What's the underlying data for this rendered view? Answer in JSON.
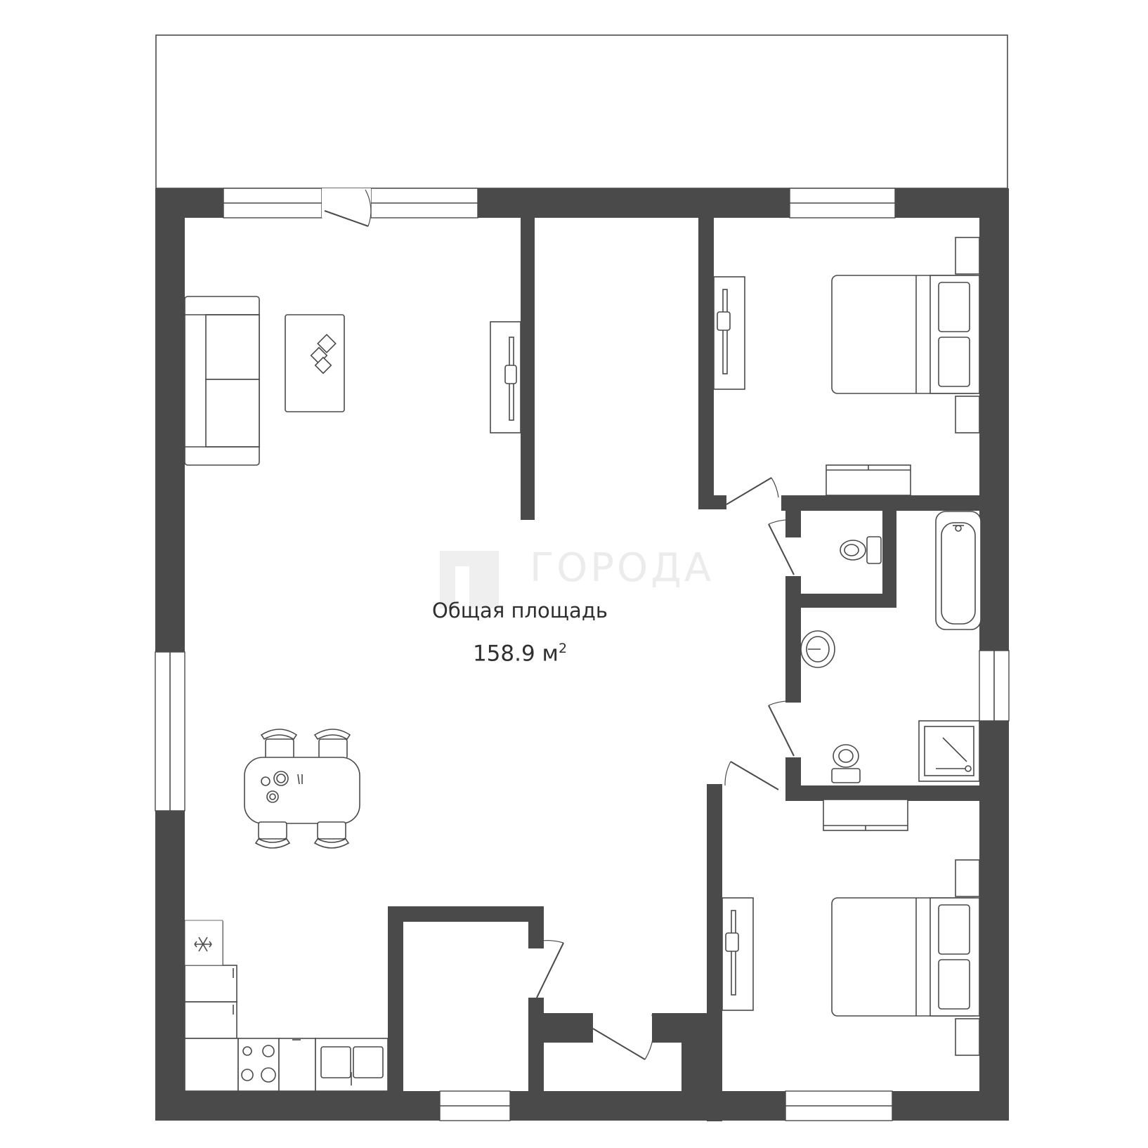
{
  "watermark": {
    "text": "ГОРОДА"
  },
  "area": {
    "title": "Общая площадь",
    "value": "158.9 м",
    "unit_superscript": "2"
  },
  "colors": {
    "wall": "#4a4a4a",
    "background": "#ffffff",
    "watermark": "#ececec"
  },
  "icons": [
    "snowflake-icon",
    "logo-icon"
  ]
}
